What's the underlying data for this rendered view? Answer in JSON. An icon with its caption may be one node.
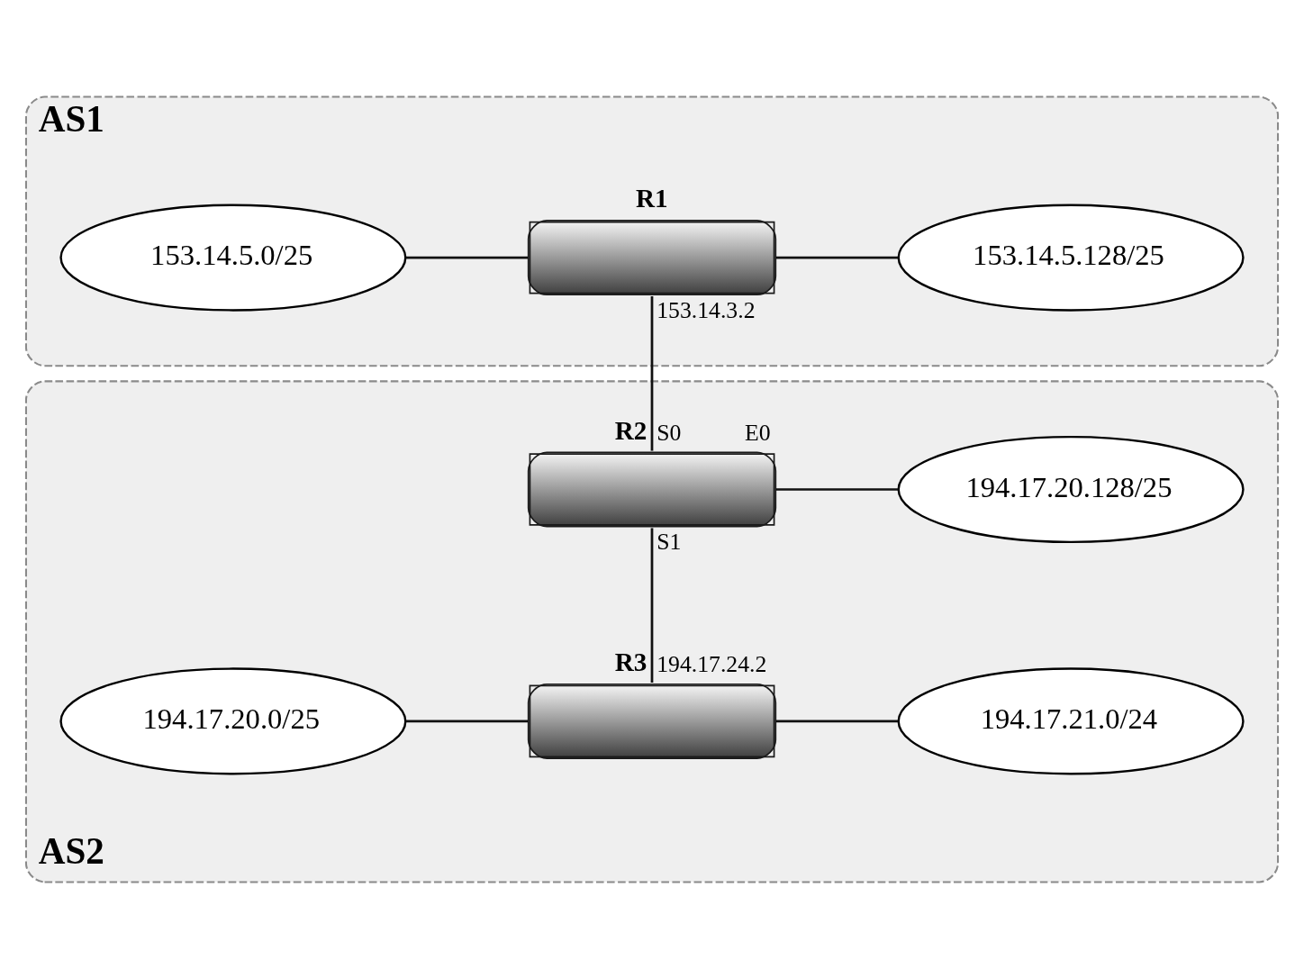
{
  "diagram": {
    "nodes": [
      {
        "text": [
          "AS1"
        ]
      },
      {
        "text": [
          "153.14.5.0/25"
        ],
        "in": 0
      },
      {
        "text": [
          "R1"
        ],
        "beside": [
          "153.14.3.2"
        ],
        "in": 0
      },
      {
        "text": [
          "153.14.5.128/25"
        ],
        "in": 0
      },
      {
        "text": [
          "AS2"
        ]
      },
      {
        "text": [
          "R2"
        ],
        "beside": [
          "S0",
          "E0",
          "S1"
        ],
        "in": 4
      },
      {
        "text": [
          "194.17.20.128/25"
        ],
        "in": 4
      },
      {
        "text": [
          "194.17.20.0/25"
        ],
        "in": 4
      },
      {
        "text": [
          "R3"
        ],
        "beside": [
          "194.17.24.2"
        ],
        "in": 4
      },
      {
        "text": [
          "194.17.21.0/24"
        ],
        "in": 4
      }
    ],
    "edges": [
      {
        "from": 1,
        "to": 2,
        "arrow": "none"
      },
      {
        "from": 2,
        "to": 3,
        "arrow": "none"
      },
      {
        "from": 2,
        "to": 5,
        "arrow": "none"
      },
      {
        "from": 5,
        "to": 6,
        "arrow": "none"
      },
      {
        "from": 5,
        "to": 8,
        "arrow": "none"
      },
      {
        "from": 7,
        "to": 8,
        "arrow": "none"
      },
      {
        "from": 8,
        "to": 9,
        "arrow": "none"
      }
    ]
  }
}
